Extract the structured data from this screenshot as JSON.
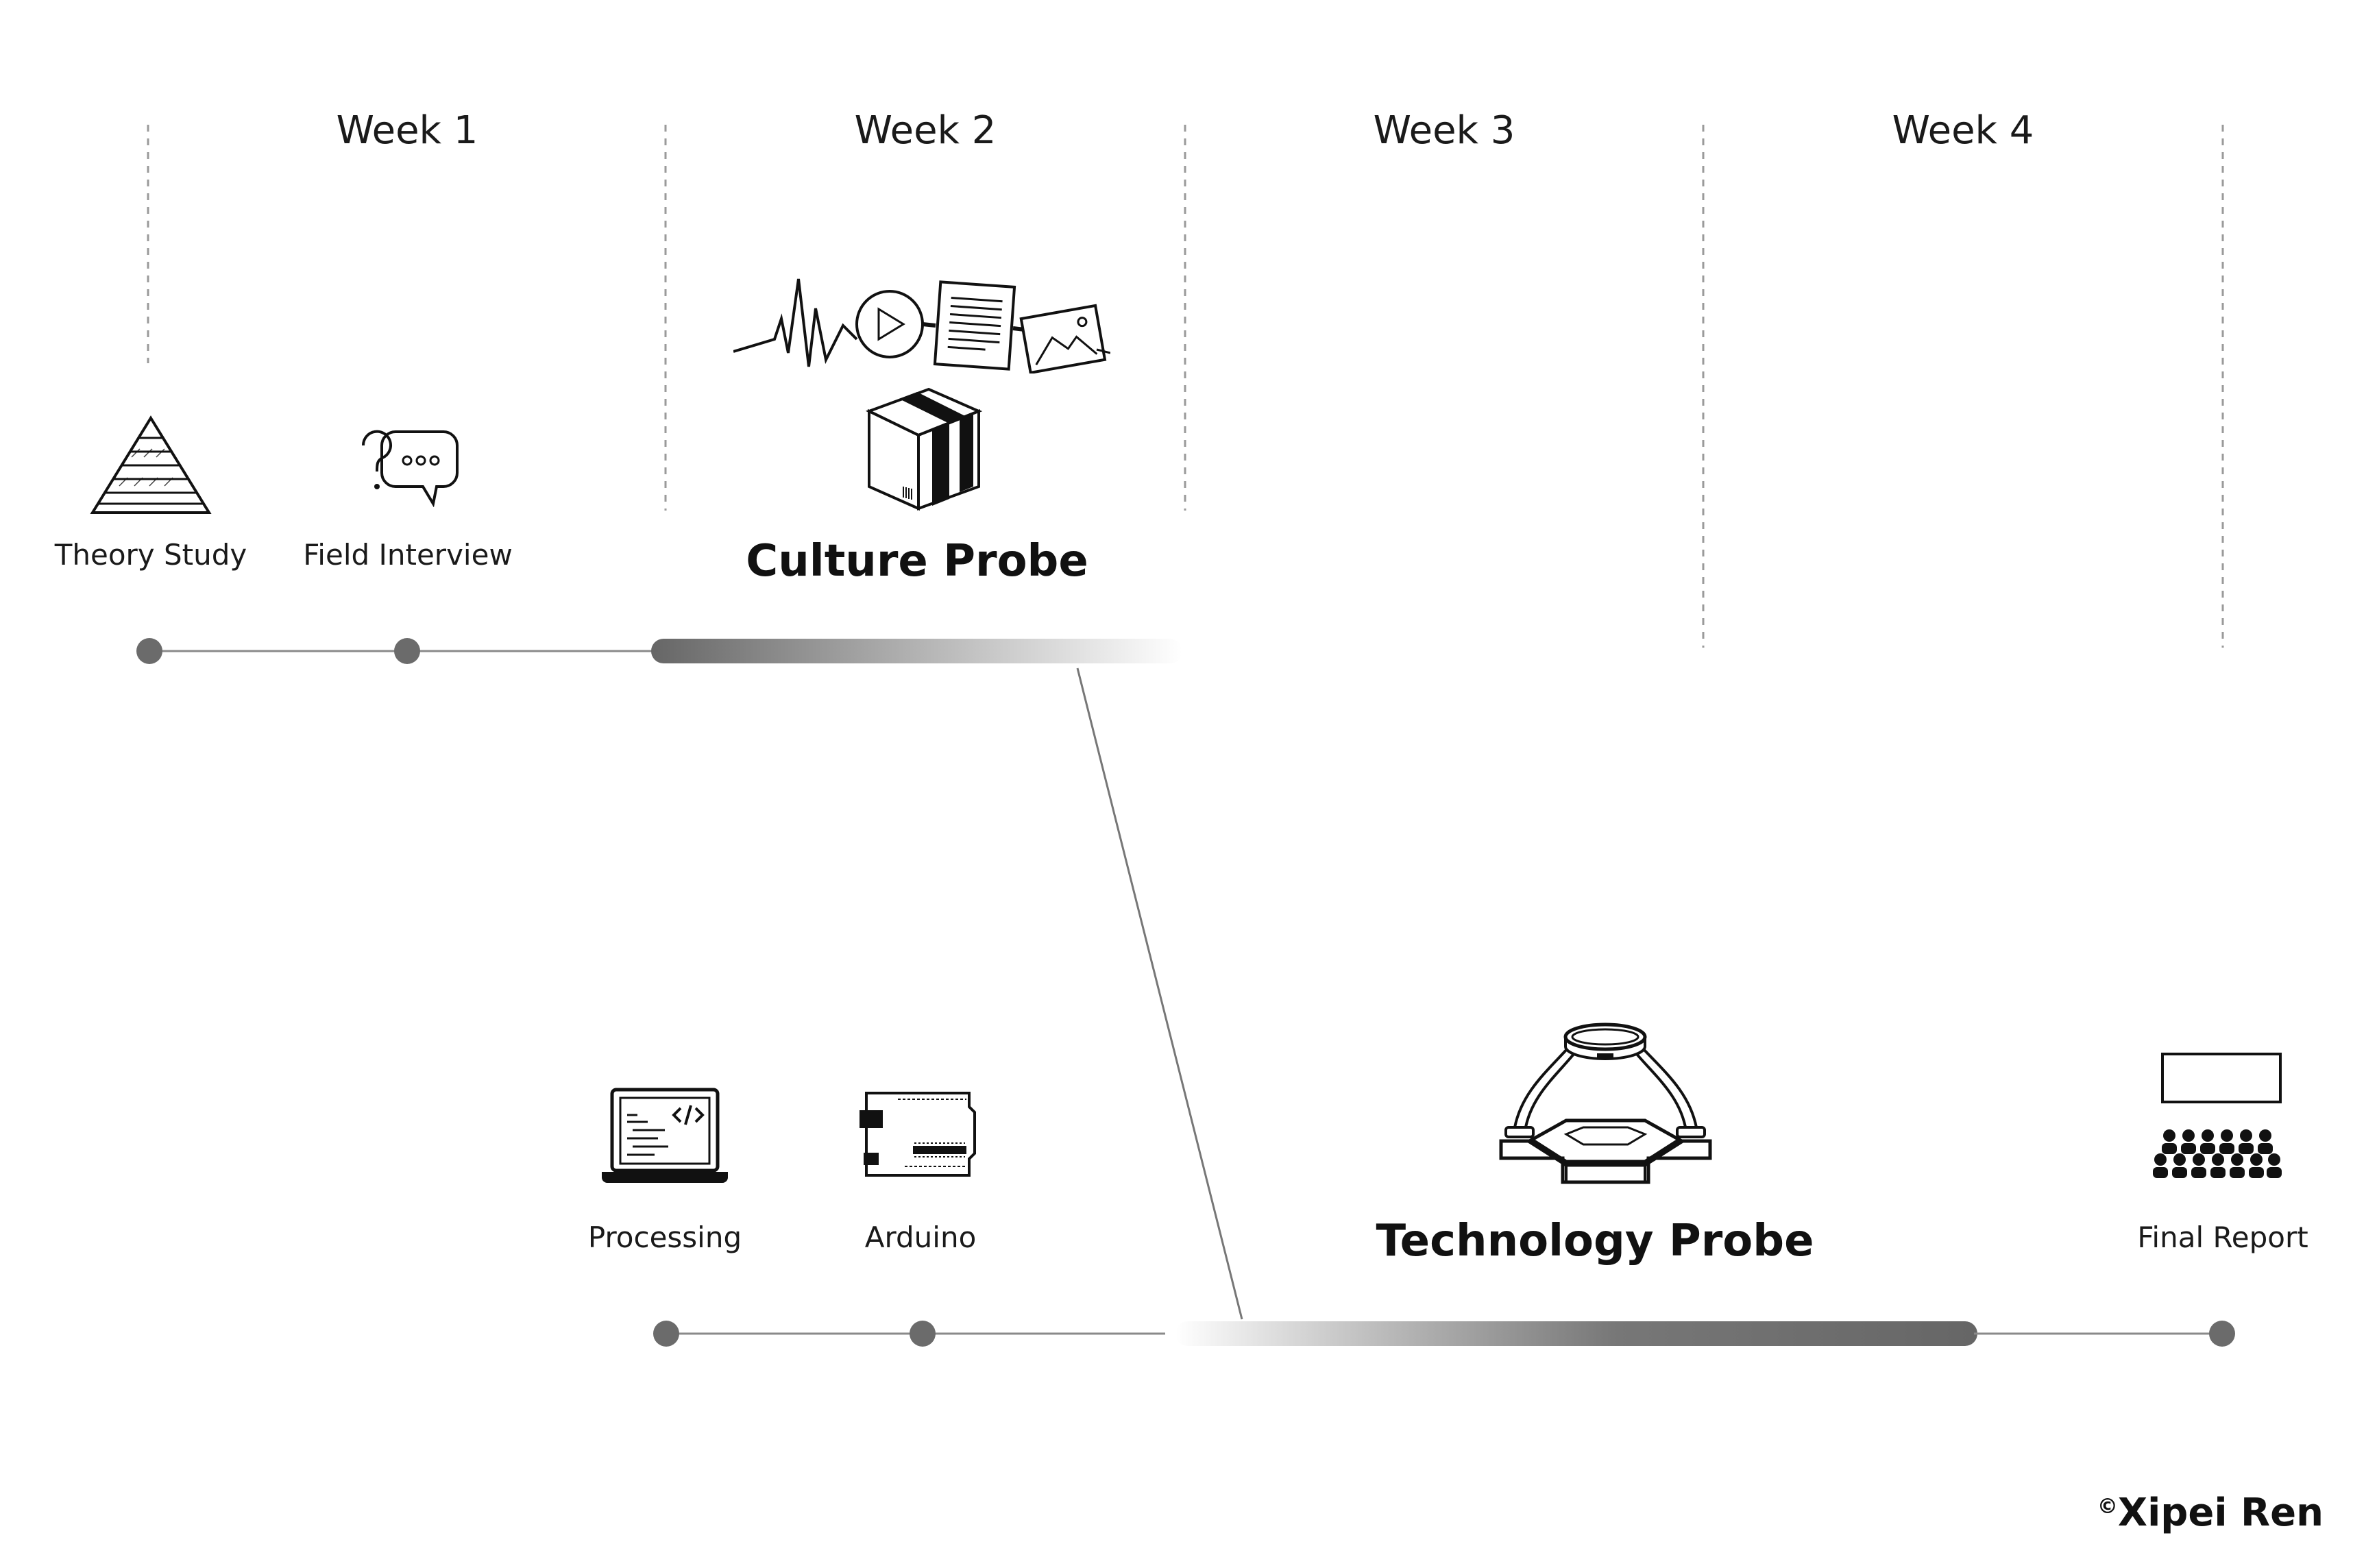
{
  "timeline": {
    "weeks": [
      "Week 1",
      "Week 2",
      "Week 3",
      "Week 4"
    ]
  },
  "phase1": {
    "steps": [
      {
        "label": "Theory Study",
        "icon": "pyramid-icon"
      },
      {
        "label": "Field Interview",
        "icon": "speech-bubble-question-icon"
      }
    ],
    "probe": {
      "label": "Culture Probe",
      "icons": [
        "sound-wave-icon",
        "play-icon",
        "document-scroll-icon",
        "image-icon",
        "package-box-icon"
      ]
    }
  },
  "phase2": {
    "steps": [
      {
        "label": "Processing",
        "icon": "laptop-code-icon"
      },
      {
        "label": "Arduino",
        "icon": "arduino-board-icon"
      }
    ],
    "probe": {
      "label": "Technology Probe",
      "icon": "device-prototype-icon"
    },
    "final": {
      "label": "Final Report",
      "icon": "presentation-audience-icon"
    }
  },
  "credit": {
    "symbol": "©",
    "name": "Xipei Ren"
  },
  "colors": {
    "line": "#8a8a8a",
    "dot": "#6b6b6b",
    "gradient_dark": "#6b6b6b",
    "dashed": "#9a9a9a"
  }
}
